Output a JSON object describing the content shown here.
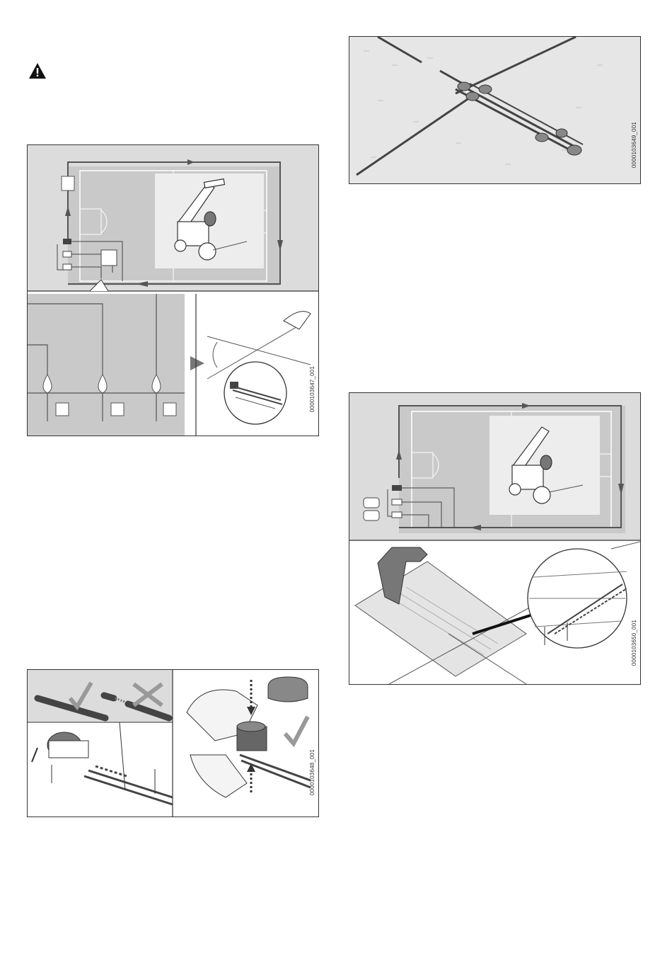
{
  "figures": {
    "fig_3647": {
      "code": "0000103647_001"
    },
    "fig_3648": {
      "code": "0000103648_001"
    },
    "fig_3649": {
      "code": "0000103649_001"
    },
    "fig_3650": {
      "code": "0000103650_001"
    }
  },
  "icons": {
    "warning": "warning-triangle-icon"
  },
  "colors": {
    "field_gray": "#c8c8c8",
    "panel_gray": "#dcdcdc",
    "light_area": "#ececec",
    "line": "#333333"
  }
}
